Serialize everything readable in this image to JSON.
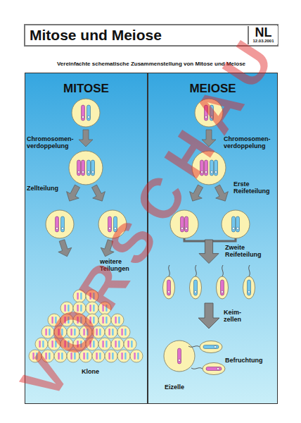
{
  "diagram": {
    "title": "Mitose und Meiose",
    "nodes": [
      {
        "text": [
          "NL",
          "12.03.2001"
        ]
      },
      {
        "text": [
          "MITOSE"
        ]
      },
      {
        "text": [
          "MEIOSE"
        ]
      }
    ],
    "labels": [
      "Vereinfachte schematische Zusammenstellung von Mitose und Meiose",
      "Chromosomen- verdoppelung",
      "Zellteilung",
      "weitere Teilungen",
      "Klone",
      "Chromosomen- verdoppelung",
      "Erste Reifeteilung",
      "Zweite Reifeteilung",
      "Keim- zellen",
      "Befruchtung",
      "Eizelle",
      "VORSCHAU"
    ]
  }
}
